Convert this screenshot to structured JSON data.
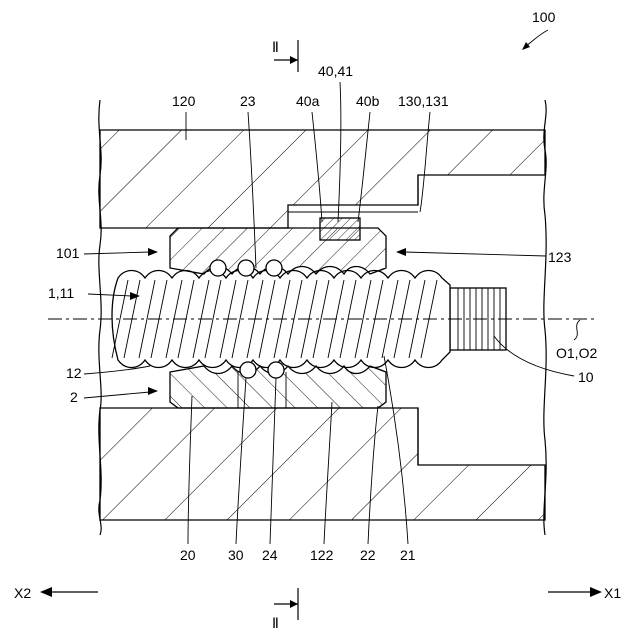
{
  "figure": {
    "ref_main": "100",
    "section_mark": "Ⅱ",
    "labels": {
      "housing": "120",
      "groove_23": "23",
      "key": "40,41",
      "key_a": "40a",
      "key_b": "40b",
      "cover": "130,131",
      "left_space": "101",
      "right_space": "123",
      "screw": "1,11",
      "screw_groove": "12",
      "nut": "2",
      "axis": "O1,O2",
      "shaft_end": "10",
      "nut_body": "20",
      "ball": "30",
      "groove_24": "24",
      "bore": "122",
      "nut_22": "22",
      "nut_21": "21"
    },
    "direction_left": "X2",
    "direction_right": "X1"
  }
}
